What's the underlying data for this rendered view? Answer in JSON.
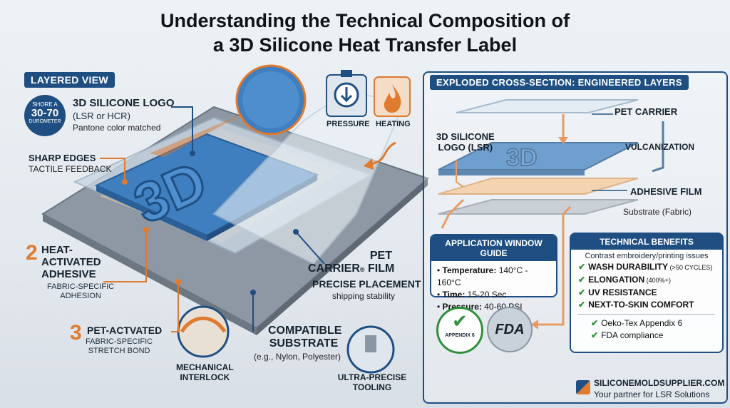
{
  "title_line1": "Understanding the Technical Composition of",
  "title_line2": "a 3D Silicone Heat Transfer Label",
  "layered": {
    "tag": "LAYERED VIEW",
    "shore_top": "SHORE A",
    "shore_range": "30-70",
    "shore_bottom": "DUROMETER",
    "logo_title": "3D SILICONE LOGO",
    "logo_sub1": "(LSR or HCR)",
    "logo_sub2": "Pantone color matched",
    "sharp_title": "SHARP EDGES",
    "sharp_sub": "TACTILE FEEDBACK",
    "pressure": "PRESSURE",
    "heating": "HEATING",
    "logo_text": "3D",
    "num2": "2",
    "heat_title_1": "HEAT-",
    "heat_title_2": "ACTIVATED",
    "heat_title_3": "ADHESIVE",
    "heat_sub_1": "FABRIC-SPECIFIC",
    "heat_sub_2": "ADHESION",
    "num3": "3",
    "pet3_title": "PET-ACTVATED",
    "pet3_sub_1": "FABRIC-SPECIFIC",
    "pet3_sub_2": "STRETCH BOND",
    "mech_1": "MECHANICAL",
    "mech_2": "INTERLOCK",
    "pet_carrier_1": "PET",
    "pet_carrier_2": "CARRIER",
    "pet_carrier_3": "FILM",
    "precise": "PRECISE PLACEMENT",
    "shipping": "shipping stability",
    "compat_1": "COMPATIBLE",
    "compat_2": "SUBSTRATE",
    "compat_sub": "(e.g., Nylon, Polyester)",
    "tooling_1": "ULTRA-PRECISE",
    "tooling_2": "TOOLING"
  },
  "exploded": {
    "tag": "EXPLODED CROSS-SECTION: ENGINEERED LAYERS",
    "pet_carrier": "PET CARRIER",
    "logo_1": "3D SILICONE",
    "logo_2": "LOGO (LSR)",
    "logo_text": "3D",
    "vulcanization": "VULCANIZATION",
    "adhesive": "ADHESIVE FILM",
    "substrate": "Substrate (Fabric)"
  },
  "app_window": {
    "head": "APPLICATION WINDOW GUIDE",
    "items": [
      {
        "label": "Temperature:",
        "value": "140°C - 160°C"
      },
      {
        "label": "Time:",
        "value": "15-20 Sec"
      },
      {
        "label": "Pressure:",
        "value": "40-60 PSI"
      }
    ]
  },
  "benefits": {
    "head": "TECHNICAL BENEFITS",
    "intro": "Contrast embroidery/printing issues",
    "items": [
      {
        "label": "WASH DURABILITY",
        "note": "(>50 CYCLES)"
      },
      {
        "label": "ELONGATION",
        "note": "(400%+)"
      },
      {
        "label": "UV RESISTANCE",
        "note": ""
      },
      {
        "label": "NEXT-TO-SKIN COMFORT",
        "note": ""
      }
    ],
    "certs": [
      "Oeko-Tex Appendix 6",
      "FDA compliance"
    ]
  },
  "badges": {
    "appendix": "APPENDIX 6",
    "fda": "FDA"
  },
  "footer": {
    "site": "SILICONEMOLDSUPPLIER.COM",
    "tagline": "Your partner for LSR Solutions"
  },
  "colors": {
    "navy": "#1f4f82",
    "orange": "#e07a2e",
    "blue_logo": "#3f7fbf",
    "green_check": "#2f8f3a"
  }
}
